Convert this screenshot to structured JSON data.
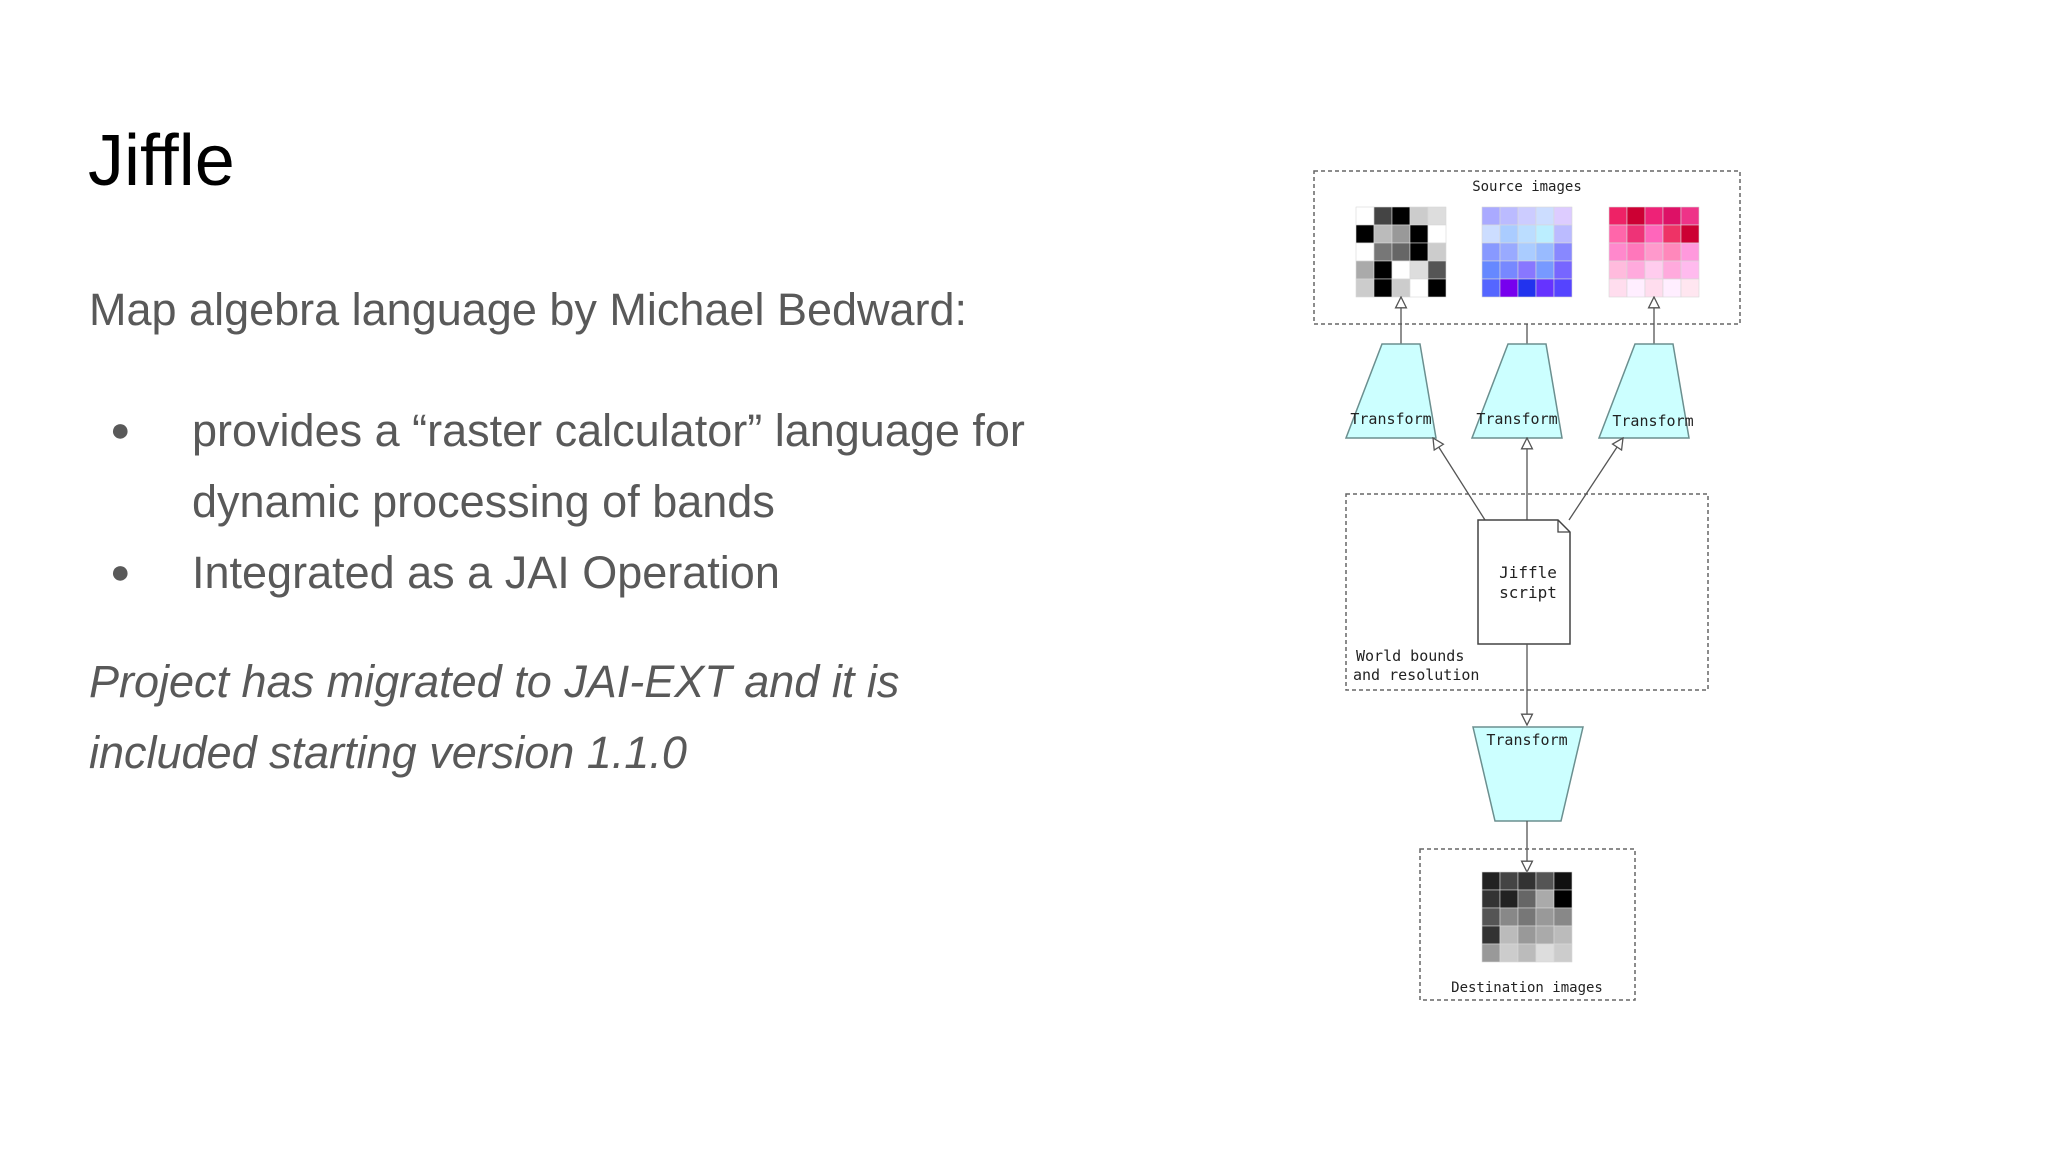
{
  "slide": {
    "title": "Jiffle",
    "subtitle": "Map algebra language by Michael Bedward:",
    "bullets": [
      "provides a “raster calculator” language for dynamic processing of bands",
      "Integrated as a JAI Operation"
    ],
    "bullet_glyph": "●",
    "note": "Project has migrated to JAI-EXT and it is included starting version 1.1.0"
  },
  "diagram": {
    "source_label": "Source images",
    "transform_label": "Transform",
    "script_label_line1": "Jiffle",
    "script_label_line2": "script",
    "world_label_line1": "World bounds",
    "world_label_line2": "and resolution",
    "output_transform_label": "Transform",
    "destination_label": "Destination images",
    "colors": {
      "transform_fill": "#ccffff",
      "transform_stroke": "#6b8f8f",
      "box_stroke": "#666666"
    },
    "grids": {
      "gray": [
        [
          "#ffffff",
          "#444444",
          "#000000",
          "#cccccc",
          "#dddddd"
        ],
        [
          "#000000",
          "#bbbbbb",
          "#999999",
          "#000000",
          "#ffffff"
        ],
        [
          "#ffffff",
          "#777777",
          "#666666",
          "#000000",
          "#cccccc"
        ],
        [
          "#aaaaaa",
          "#000000",
          "#ffffff",
          "#dddddd",
          "#555555"
        ],
        [
          "#cccccc",
          "#000000",
          "#cccccc",
          "#ffffff",
          "#000000"
        ]
      ],
      "blue": [
        [
          "#aaaaff",
          "#bbbbff",
          "#ccccff",
          "#ccddff",
          "#ddccff"
        ],
        [
          "#ccddff",
          "#aaccff",
          "#bbddff",
          "#bbeeff",
          "#bbbbff"
        ],
        [
          "#8899ff",
          "#99aaff",
          "#aaccff",
          "#99bbff",
          "#8888ff"
        ],
        [
          "#6688ff",
          "#7788ff",
          "#8877ff",
          "#7799ff",
          "#7766ff"
        ],
        [
          "#5566ff",
          "#7700ee",
          "#2233ee",
          "#6633ff",
          "#5544ff"
        ]
      ],
      "pink": [
        [
          "#ee2266",
          "#cc0033",
          "#ee2277",
          "#dd1166",
          "#ee3388"
        ],
        [
          "#ff66aa",
          "#ee3377",
          "#ff66bb",
          "#ee3366",
          "#cc0033"
        ],
        [
          "#ff88cc",
          "#ff77bb",
          "#ff99cc",
          "#ff88bb",
          "#ff99dd"
        ],
        [
          "#ffbbdd",
          "#ffaadd",
          "#ffccee",
          "#ffaadd",
          "#ffbbee"
        ],
        [
          "#ffddee",
          "#ffeeff",
          "#ffddee",
          "#ffeeff",
          "#ffe6f0"
        ]
      ],
      "dest": [
        [
          "#222222",
          "#444444",
          "#333333",
          "#555555",
          "#111111"
        ],
        [
          "#333333",
          "#222222",
          "#666666",
          "#aaaaaa",
          "#000000"
        ],
        [
          "#555555",
          "#888888",
          "#777777",
          "#999999",
          "#888888"
        ],
        [
          "#333333",
          "#bbbbbb",
          "#999999",
          "#aaaaaa",
          "#bbbbbb"
        ],
        [
          "#999999",
          "#cccccc",
          "#bbbbbb",
          "#dddddd",
          "#cccccc"
        ]
      ]
    }
  }
}
